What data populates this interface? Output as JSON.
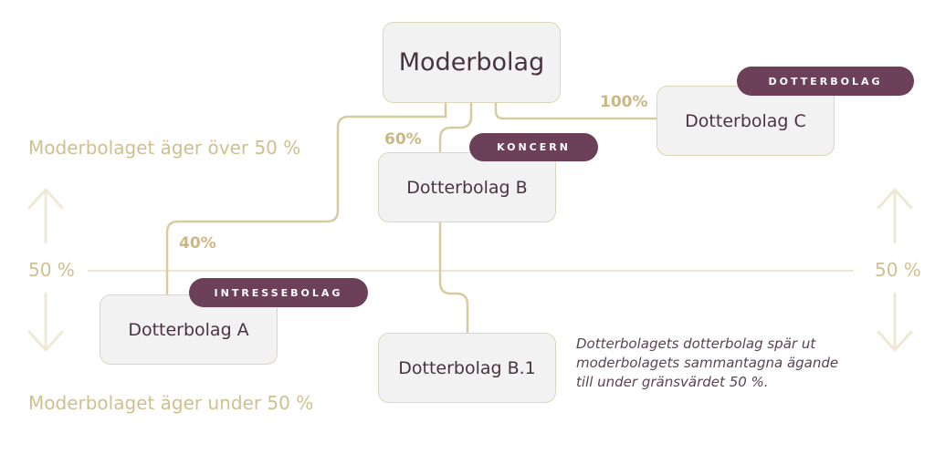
{
  "nodes": {
    "parent": "Moderbolag",
    "sub_a": "Dotterbolag A",
    "sub_b": "Dotterbolag B",
    "sub_b1": "Dotterbolag B.1",
    "sub_c": "Dotterbolag C"
  },
  "badges": {
    "dotterbolag": "DOTTERBOLAG",
    "koncern": "KONCERN",
    "intressebolag": "INTRESSEBOLAG"
  },
  "ownership": {
    "to_c": "100%",
    "to_b": "60%",
    "to_a": "40%"
  },
  "threshold": {
    "left_label": "50 %",
    "right_label": "50 %",
    "above": "Moderbolaget äger över 50 %",
    "below": "Moderbolaget äger under 50 %"
  },
  "note": {
    "line1": "Dotterbolagets dotterbolag spär ut",
    "line2": "moderbolagets sammantagna ägande",
    "line3": "till under gränsvärdet 50 %."
  },
  "colors": {
    "accent": "#6b4058",
    "gold": "#cbb784",
    "line": "#d8cc9e",
    "box_bg": "#f2f2f2"
  },
  "icons": {
    "up": "arrow-up-icon",
    "down": "arrow-down-icon"
  }
}
